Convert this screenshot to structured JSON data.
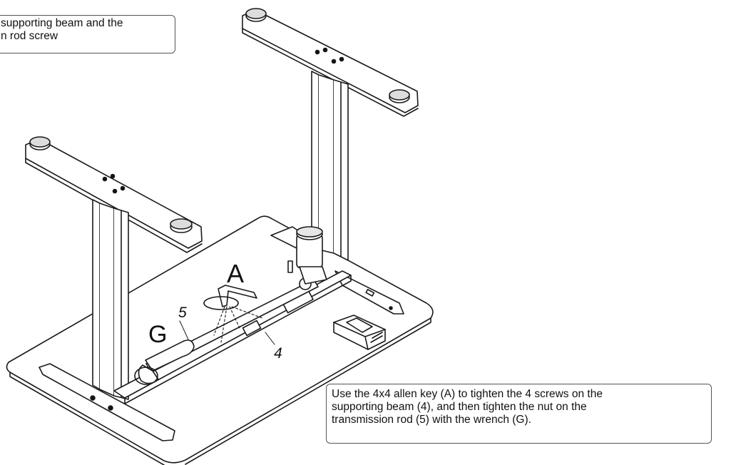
{
  "callouts": {
    "top": {
      "line1": "supporting beam and the",
      "line2": "n rod screw"
    },
    "bottom": {
      "line1": "Use the 4x4 allen key (A) to tighten the 4 screws on the",
      "line2": "supporting beam (4), and then tighten the nut on the",
      "line3": "transmission rod (5) with the wrench (G)."
    }
  },
  "labels": {
    "allen_key": "A",
    "wrench": "G",
    "transmission_rod": "5",
    "supporting_beam": "4"
  }
}
